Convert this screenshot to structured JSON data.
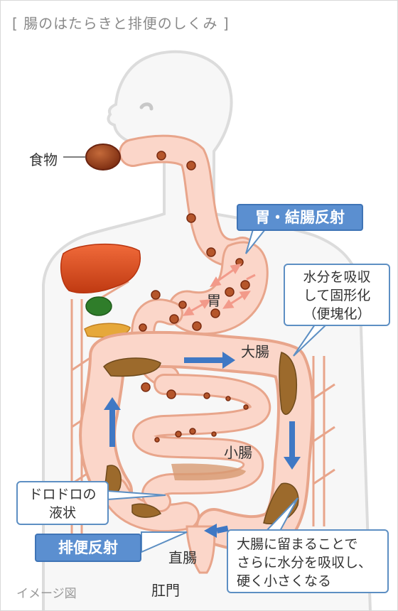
{
  "title": "[ 腸のはたらきと排便のしくみ ]",
  "labels": {
    "food": "食物",
    "stomach": "胃",
    "large_intestine": "大腸",
    "small_intestine": "小腸",
    "rectum": "直腸",
    "anus": "肛門",
    "note": "イメージ図"
  },
  "callouts": {
    "gastrocolic_reflex": "胃・結腸反射",
    "water_absorb_line1": "水分を吸収",
    "water_absorb_line2": "して固形化",
    "water_absorb_line3": "（便塊化）",
    "liquid_line1": "ドロドロの",
    "liquid_line2": "液状",
    "defecation_reflex": "排便反射",
    "stay_line1": "大腸に留まることで",
    "stay_line2": "さらに水分を吸収し、",
    "stay_line3": "硬く小さくなる"
  },
  "colors": {
    "gut_fill": "#fbd6c9",
    "gut_outline": "#e8a58b",
    "food_ball": "#8b3a1a",
    "stool": "#9c6a2c",
    "arrow_blue": "#3f78c4",
    "callout_blue": "#5b8fd0",
    "liver": "#e04a1e",
    "gallbladder": "#2f7d2a",
    "pancreas": "#e6a83a",
    "body_outline": "#dcdcdc"
  }
}
